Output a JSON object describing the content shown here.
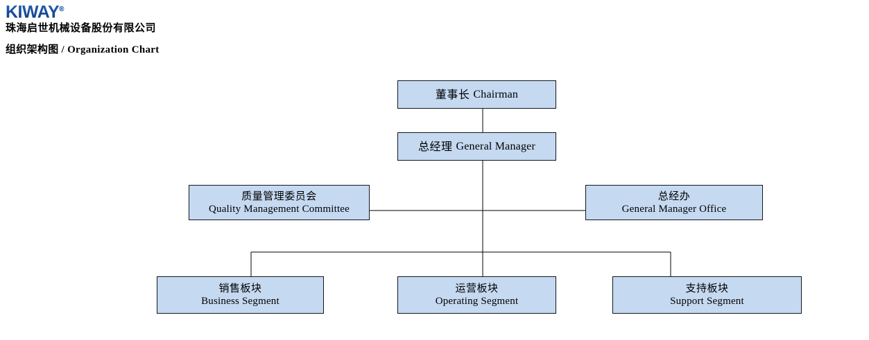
{
  "header": {
    "logo_text": "KIWAY",
    "logo_mark": "®",
    "logo_color": "#1c53a4",
    "company_name_cn": "珠海启世机械设备股份有限公司",
    "subtitle": "组织架构图 / Organization Chart"
  },
  "chart_style": {
    "node_fill": "#c5d9f1",
    "node_border": "#12161c",
    "connector_color": "#000000",
    "background": "#ffffff"
  },
  "nodes": {
    "chairman": {
      "cn": "董事长",
      "en": "Chairman"
    },
    "general_manager": {
      "cn": "总经理",
      "en": "General Manager"
    },
    "quality_committee": {
      "cn": "质量管理委员会",
      "en": "Quality Management Committee"
    },
    "gm_office": {
      "cn": "总经办",
      "en": "General Manager Office"
    },
    "business_segment": {
      "cn": "销售板块",
      "en": "Business Segment"
    },
    "operating_segment": {
      "cn": "运营板块",
      "en": "Operating Segment"
    },
    "support_segment": {
      "cn": "支持板块",
      "en": "Support Segment"
    }
  }
}
